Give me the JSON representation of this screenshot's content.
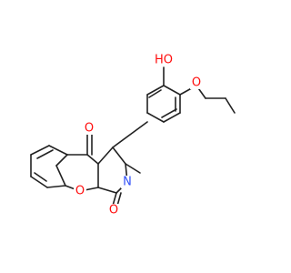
{
  "colors": {
    "background": "#ffffff",
    "bond": "#222222",
    "oxygen": "#ff0d0d",
    "nitrogen": "#3050f8"
  },
  "atoms": {
    "hydroxyl_oxygen": {
      "label": "HO",
      "element": "O"
    },
    "ether_oxygen": {
      "label": "O",
      "element": "O"
    },
    "ketone_oxygen": {
      "label": "O",
      "element": "O"
    },
    "ring_oxygen": {
      "label": "O",
      "element": "O"
    },
    "lactam_oxygen": {
      "label": "O",
      "element": "O"
    },
    "lactam_nitrogen": {
      "label": "N",
      "element": "N"
    }
  }
}
